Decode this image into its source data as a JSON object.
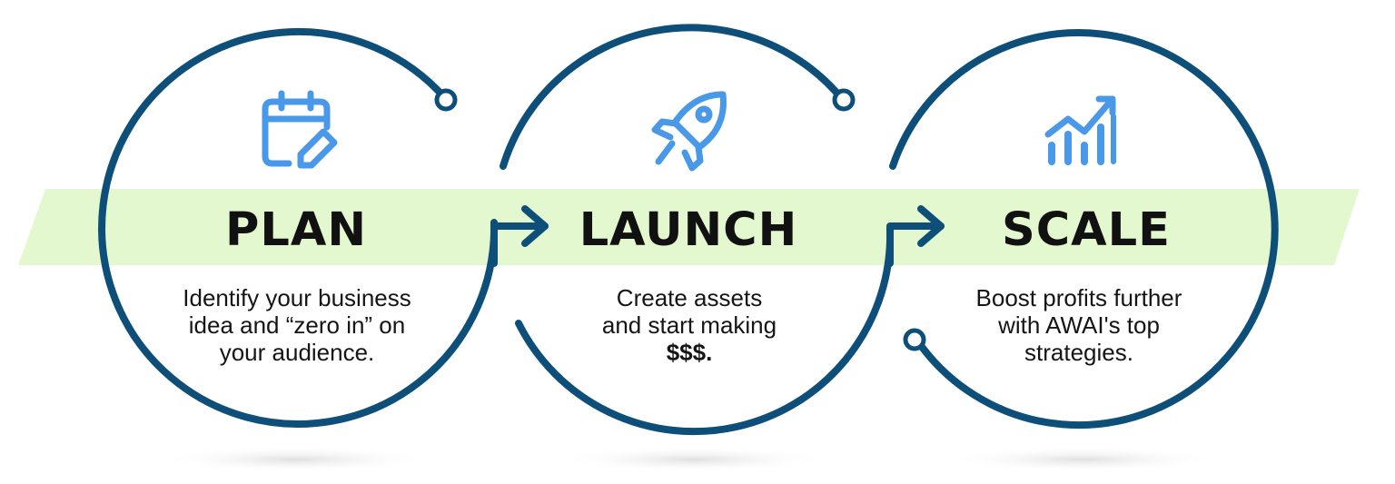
{
  "steps": [
    {
      "title": "PLAN",
      "icon": "calendar-edit-icon",
      "description": [
        "Identify your business",
        "idea and “zero in” on",
        "your audience."
      ]
    },
    {
      "title": "LAUNCH",
      "icon": "rocket-icon",
      "description": [
        "Create assets",
        "and start making"
      ],
      "description_bold": "$$$."
    },
    {
      "title": "SCALE",
      "icon": "growth-chart-icon",
      "description": [
        "Boost profits further",
        "with AWAI's top",
        "strategies."
      ]
    }
  ],
  "colors": {
    "ring": "#0e4f79",
    "band": "#e4f8d0",
    "icon": "#4a98e8",
    "text": "#111111",
    "shadow": "#e6e6e6"
  }
}
